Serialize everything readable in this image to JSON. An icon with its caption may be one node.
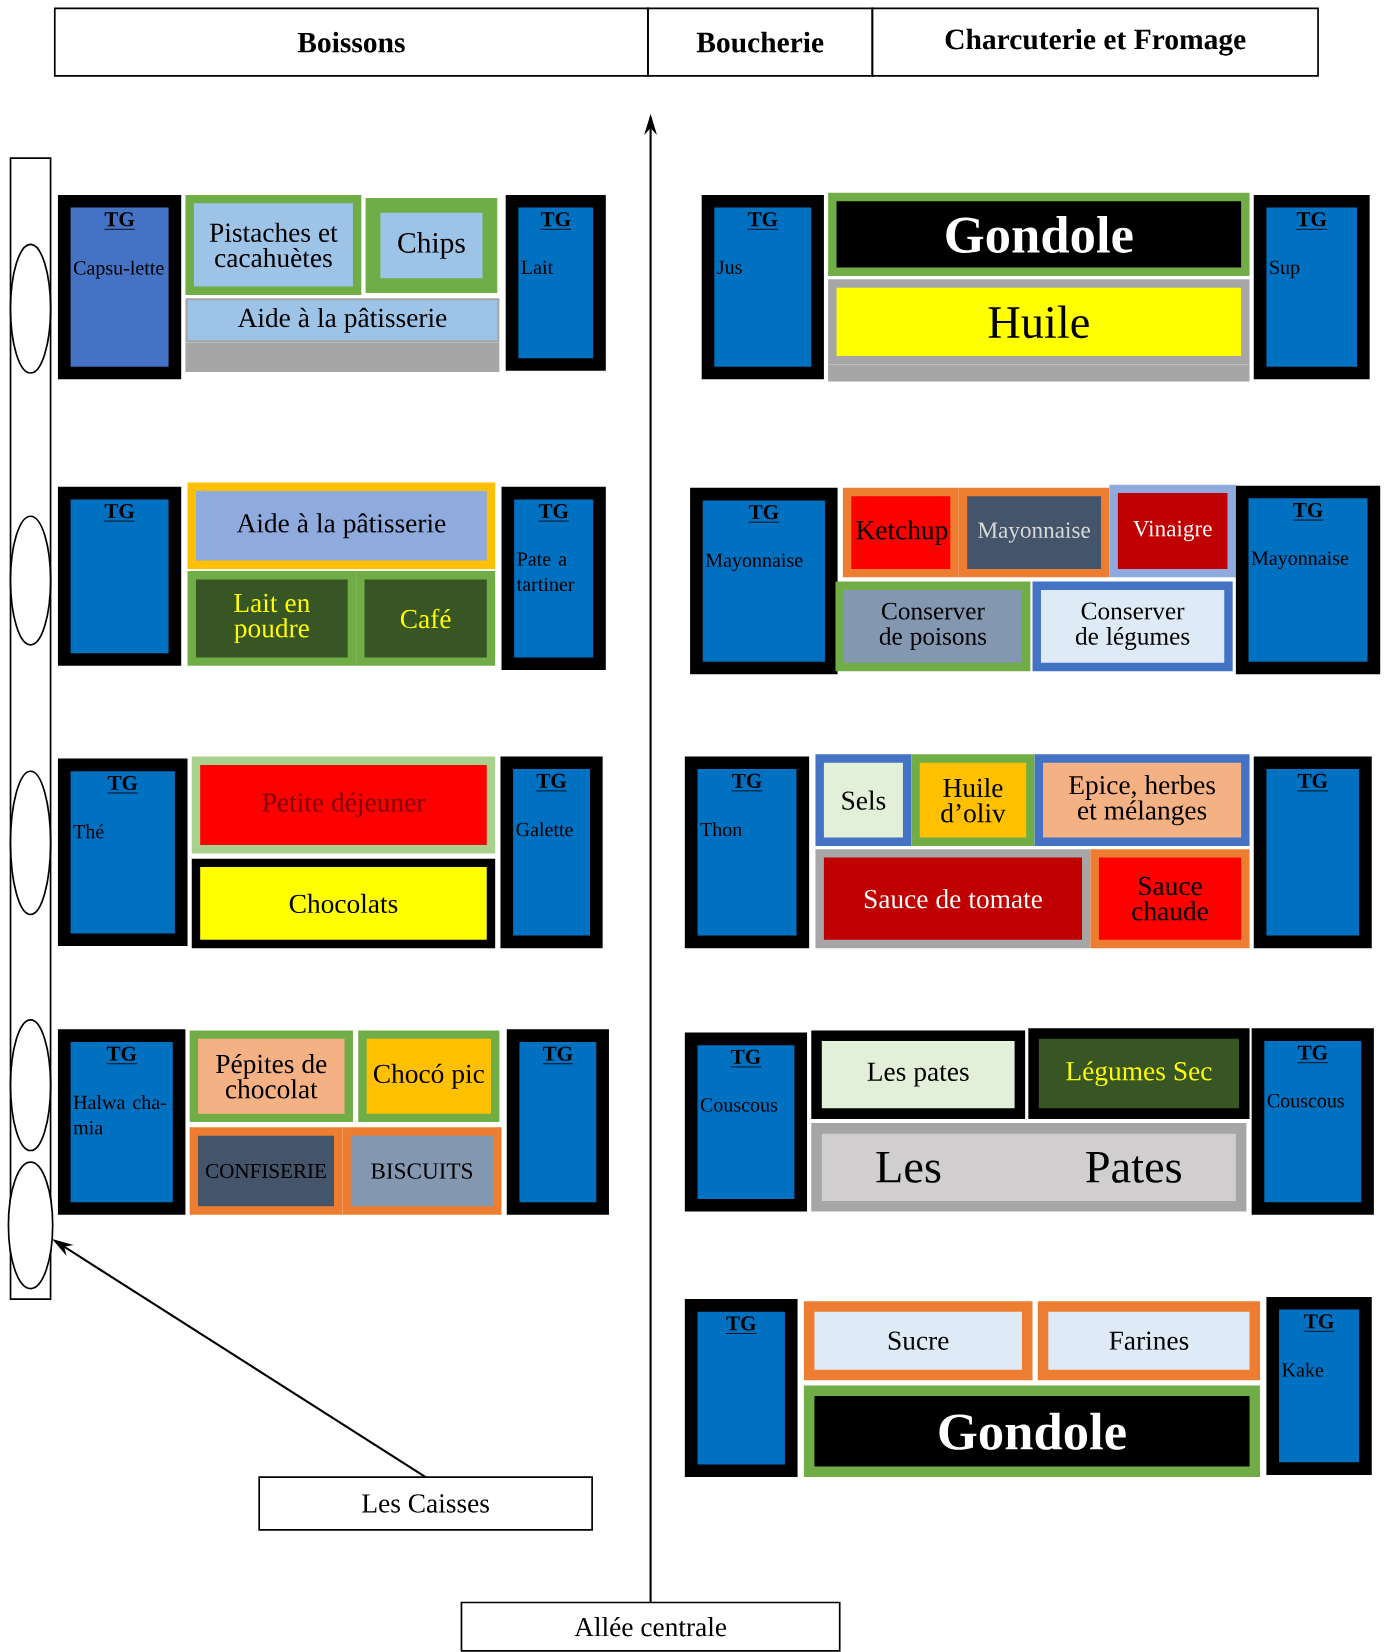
{
  "diagram": {
    "nodes": [
      {
        "text": [
          "Boissons"
        ]
      },
      {
        "text": [
          "Boucherie"
        ]
      },
      {
        "text": [
          "Charcuterie et Fromage"
        ]
      },
      {
        "text": [],
        "shape": "box"
      },
      {
        "text": [],
        "shape": "circle",
        "in": 3
      },
      {
        "text": [],
        "shape": "circle",
        "in": 3
      },
      {
        "text": [],
        "shape": "circle",
        "in": 3
      },
      {
        "text": [],
        "shape": "circle",
        "in": 3
      },
      {
        "text": [],
        "shape": "circle",
        "in": 3
      },
      {
        "text": [
          "TG",
          "Capsu-lette"
        ]
      },
      {
        "text": [
          "Pistaches et cacahuètes"
        ]
      },
      {
        "text": [
          "Chips"
        ]
      },
      {
        "text": [
          "Aide à la pâtisserie"
        ]
      },
      {
        "text": [
          "TG",
          "Lait"
        ]
      },
      {
        "text": [
          "TG",
          "Jus"
        ]
      },
      {
        "text": [
          "Gondole"
        ]
      },
      {
        "text": [
          "Huile"
        ]
      },
      {
        "text": [
          "TG",
          "Sup"
        ]
      },
      {
        "text": [
          "TG"
        ]
      },
      {
        "text": [
          "Aide à la pâtisserie"
        ]
      },
      {
        "text": [
          "Lait en poudre"
        ]
      },
      {
        "text": [
          "Café"
        ]
      },
      {
        "text": [
          "TG",
          "Pate a tartiner"
        ]
      },
      {
        "text": [
          "TG",
          "Mayonnaise"
        ]
      },
      {
        "text": [
          "Ketchup"
        ]
      },
      {
        "text": [
          "Mayonnaise"
        ]
      },
      {
        "text": [
          "Vinaigre"
        ]
      },
      {
        "text": [
          "Conserver de poisons"
        ]
      },
      {
        "text": [
          "Conserver de légumes"
        ]
      },
      {
        "text": [
          "TG",
          "Mayonnaise"
        ]
      },
      {
        "text": [
          "TG",
          "Thé"
        ]
      },
      {
        "text": [
          "Petite déjeuner"
        ]
      },
      {
        "text": [
          "Chocolats"
        ]
      },
      {
        "text": [
          "TG",
          "Galette"
        ]
      },
      {
        "text": [
          "TG",
          "Thon"
        ]
      },
      {
        "text": [
          "Sels"
        ]
      },
      {
        "text": [
          "Huile d’oliv"
        ]
      },
      {
        "text": [
          "Epice, herbes et mélanges"
        ]
      },
      {
        "text": [
          "Sauce de tomate"
        ]
      },
      {
        "text": [
          "Sauce chaude"
        ]
      },
      {
        "text": [
          "TG"
        ]
      },
      {
        "text": [
          "TG",
          "Halwa cha-mia"
        ]
      },
      {
        "text": [
          "Pépites de chocolat"
        ]
      },
      {
        "text": [
          "Chocó pic"
        ]
      },
      {
        "text": [
          "CONFISERIE"
        ]
      },
      {
        "text": [
          "BISCUITS"
        ]
      },
      {
        "text": [
          "TG"
        ]
      },
      {
        "text": [
          "TG",
          "Couscous"
        ]
      },
      {
        "text": [
          "Les pates"
        ]
      },
      {
        "text": [
          "Légumes Sec"
        ]
      },
      {
        "text": [
          "Les Pates"
        ]
      },
      {
        "text": [
          "TG",
          "Couscous"
        ]
      },
      {
        "text": [
          "TG"
        ]
      },
      {
        "text": [
          "Sucre"
        ]
      },
      {
        "text": [
          "Farines"
        ]
      },
      {
        "text": [
          "Gondole"
        ]
      },
      {
        "text": [
          "TG",
          "Kake"
        ]
      },
      {
        "text": [
          "Les Caisses"
        ]
      },
      {
        "text": [
          "Allée centrale"
        ]
      }
    ],
    "edges": [
      {
        "from": 57,
        "to": 8,
        "arrow": "to"
      },
      {
        "from": 58,
        "to": null,
        "arrow": "to"
      }
    ]
  }
}
